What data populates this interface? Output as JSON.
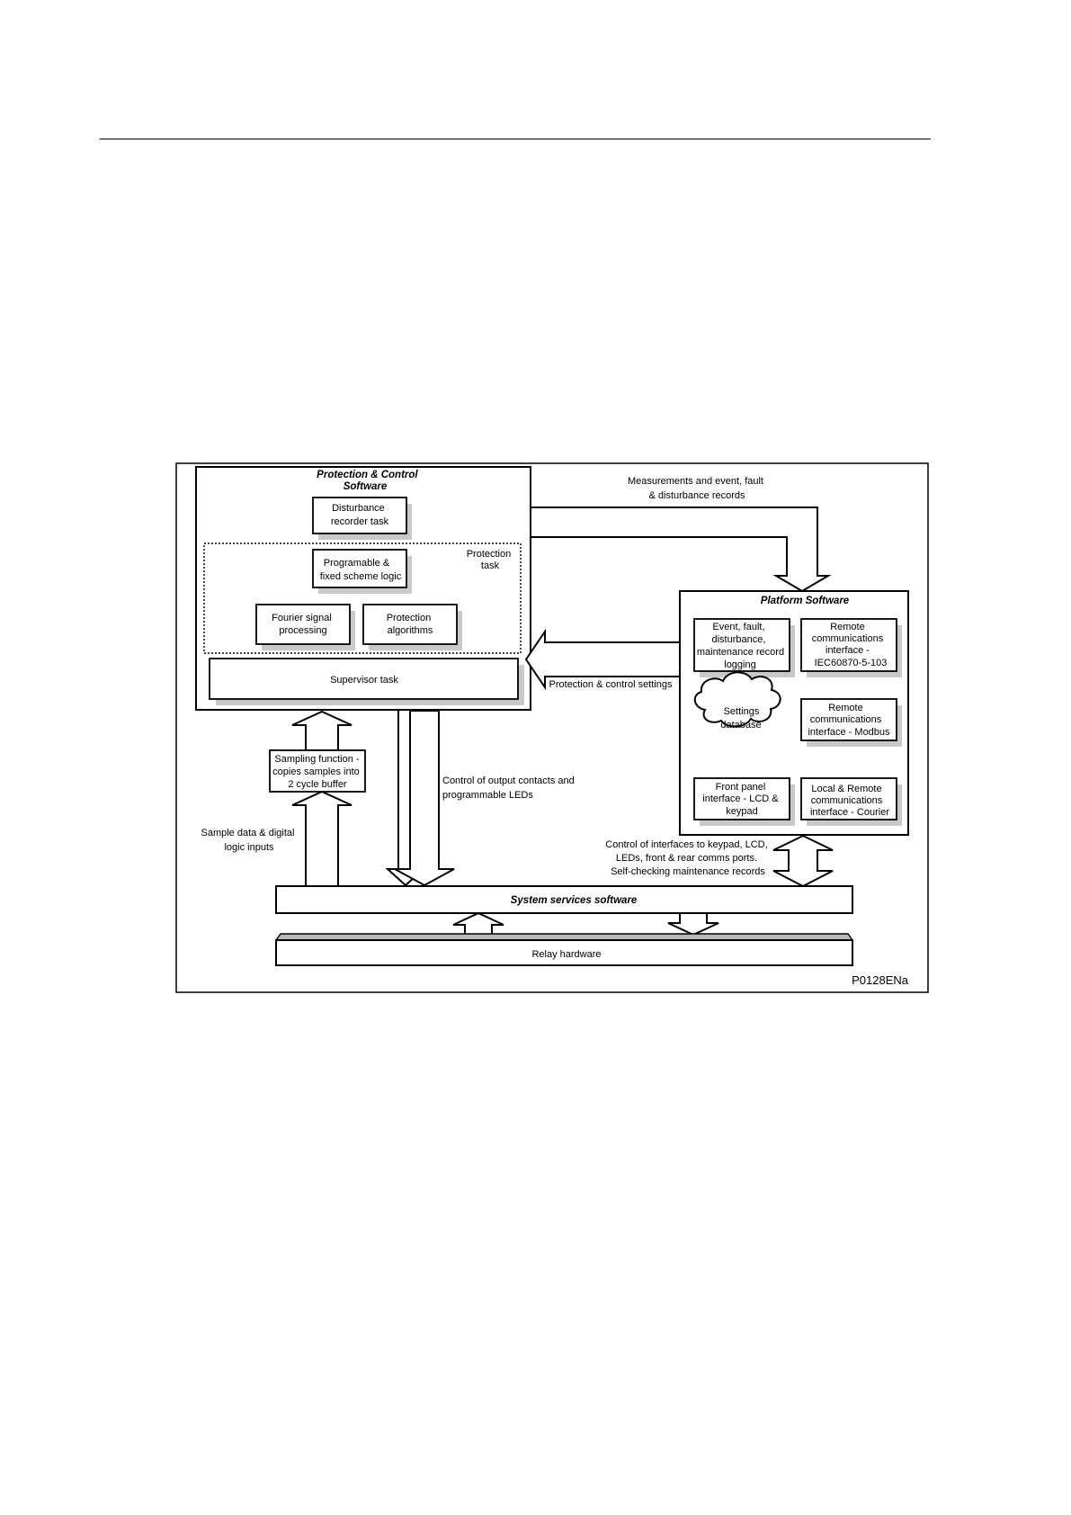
{
  "diagram": {
    "reference": "P0128ENa",
    "protection_control": {
      "title": [
        "Protection & Control",
        "Software"
      ],
      "disturbance_recorder": [
        "Disturbance",
        "recorder task"
      ],
      "protection_task_label": [
        "Protection",
        "task"
      ],
      "scheme_logic": [
        "Programable &",
        "fixed scheme logic"
      ],
      "fourier": [
        "Fourier signal",
        "processing"
      ],
      "protection_algorithms": [
        "Protection",
        "algorithms"
      ],
      "supervisor": [
        "Supervisor task"
      ]
    },
    "platform": {
      "title": [
        "Platform Software"
      ],
      "event_logging": [
        "Event, fault,",
        "disturbance,",
        "maintenance record",
        "logging"
      ],
      "remote_iec": [
        "Remote",
        "communications",
        "interface -",
        "IEC60870-5-103"
      ],
      "settings_db": [
        "Settings",
        "database"
      ],
      "remote_modbus": [
        "Remote",
        "communications",
        "interface - Modbus"
      ],
      "front_panel": [
        "Front panel",
        "interface - LCD &",
        "keypad"
      ],
      "courier": [
        "Local & Remote",
        "communications",
        "interface - Courier"
      ]
    },
    "sampling_function": [
      "Sampling function -",
      "copies samples into",
      "2 cycle buffer"
    ],
    "system_services": [
      "System services software"
    ],
    "relay_hardware": [
      "Relay hardware"
    ],
    "labels": {
      "measurements": [
        "Measurements and event, fault",
        "& disturbance records"
      ],
      "settings_flow": [
        "Protection & control settings"
      ],
      "output_contacts": [
        "Control of output contacts and",
        "programmable LEDs"
      ],
      "sample_data": [
        "Sample data & digital",
        "logic inputs"
      ],
      "interfaces": [
        "Control of interfaces to keypad, LCD,",
        "LEDs, front & rear comms ports.",
        "Self-checking maintenance records"
      ]
    }
  }
}
